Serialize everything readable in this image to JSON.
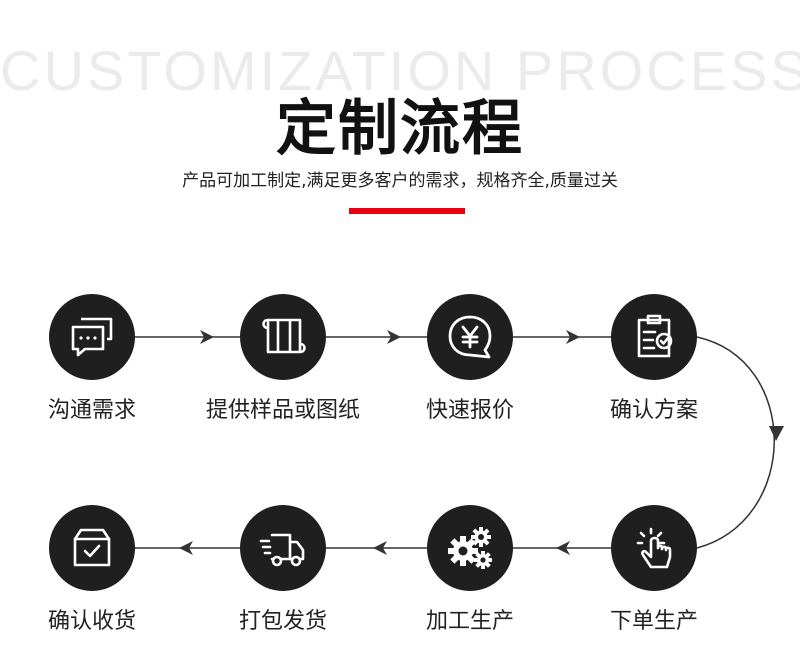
{
  "header": {
    "bg_title": "CUSTOMIZATION PROCESS",
    "title": "定制流程",
    "subtitle": "产品可加工制定,满足更多客户的需求，规格齐全,质量过关"
  },
  "steps_row1": [
    {
      "label": "沟通需求",
      "icon": "chat-bubbles-icon"
    },
    {
      "label": "提供样品或图纸",
      "icon": "scroll-drawing-icon"
    },
    {
      "label": "快速报价",
      "icon": "yen-quote-icon"
    },
    {
      "label": "确认方案",
      "icon": "clipboard-check-icon"
    }
  ],
  "steps_row2": [
    {
      "label": "确认收货",
      "icon": "box-check-icon"
    },
    {
      "label": "打包发货",
      "icon": "delivery-truck-icon"
    },
    {
      "label": "加工生产",
      "icon": "gears-icon"
    },
    {
      "label": "下单生产",
      "icon": "tap-hand-icon"
    }
  ],
  "colors": {
    "accent": "#e60012",
    "circle": "#1f1f1f",
    "line": "#333333"
  }
}
